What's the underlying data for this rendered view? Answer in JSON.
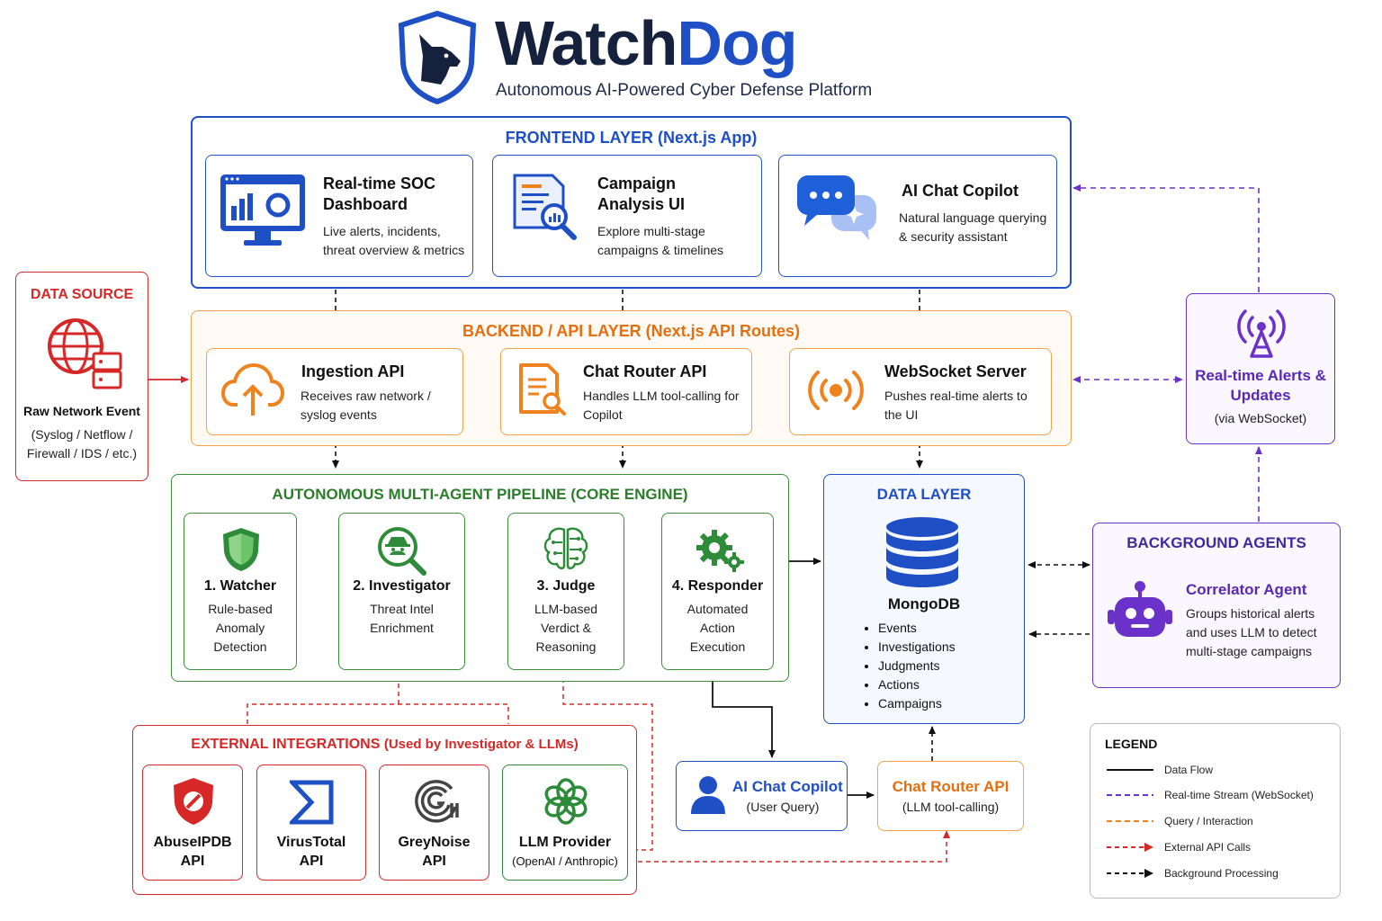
{
  "brand": {
    "name_part1": "Watch",
    "name_part2": "Dog",
    "subtitle": "Autonomous AI-Powered Cyber Defense Platform"
  },
  "colors": {
    "navy": "#16213e",
    "blue": "#1f4fc4",
    "orange": "#f0821e",
    "green": "#2e8b3a",
    "purple": "#6a32c8",
    "red": "#d62828"
  },
  "frontend": {
    "title": "FRONTEND LAYER (Next.js App)",
    "cards": [
      {
        "title": "Real-time SOC Dashboard",
        "desc": "Live alerts, incidents, threat overview & metrics",
        "icon": "monitor-dashboard-icon"
      },
      {
        "title": "Campaign Analysis UI",
        "desc": "Explore multi-stage campaigns & timelines",
        "icon": "document-search-icon"
      },
      {
        "title": "AI Chat Copilot",
        "desc": "Natural language querying & security assistant",
        "icon": "chat-bubbles-icon"
      }
    ]
  },
  "data_source": {
    "title": "DATA SOURCE",
    "label": "Raw Network Event",
    "desc": "(Syslog / Netflow / Firewall / IDS / etc.)",
    "icon": "globe-network-icon"
  },
  "backend": {
    "title": "BACKEND / API LAYER (Next.js API Routes)",
    "cards": [
      {
        "title": "Ingestion API",
        "desc": "Receives raw network / syslog events",
        "icon": "cloud-upload-icon"
      },
      {
        "title": "Chat Router API",
        "desc": "Handles LLM tool-calling for Copilot",
        "icon": "document-search-icon"
      },
      {
        "title": "WebSocket Server",
        "desc": "Pushes real-time alerts to the UI",
        "icon": "broadcast-icon"
      }
    ]
  },
  "realtime": {
    "title": "Real-time Alerts & Updates",
    "desc": "(via WebSocket)",
    "icon": "antenna-icon"
  },
  "pipeline": {
    "title": "AUTONOMOUS MULTI-AGENT PIPELINE (CORE ENGINE)",
    "agents": [
      {
        "title": "1. Watcher",
        "desc": "Rule-based Anomaly Detection",
        "icon": "shield-icon"
      },
      {
        "title": "2. Investigator",
        "desc": "Threat Intel Enrichment",
        "icon": "spy-magnifier-icon"
      },
      {
        "title": "3. Judge",
        "desc": "LLM-based Verdict & Reasoning",
        "icon": "brain-circuit-icon"
      },
      {
        "title": "4. Responder",
        "desc": "Automated Action Execution",
        "icon": "gears-icon"
      }
    ]
  },
  "data_layer": {
    "title": "DATA LAYER",
    "db": "MongoDB",
    "collections": [
      "Events",
      "Investigations",
      "Judgments",
      "Actions",
      "Campaigns"
    ],
    "icon": "database-icon"
  },
  "background": {
    "title": "BACKGROUND AGENTS",
    "agent_title": "Correlator Agent",
    "agent_desc": "Groups historical alerts and uses LLM to detect multi-stage campaigns",
    "icon": "robot-icon"
  },
  "external": {
    "title": "EXTERNAL INTEGRATIONS",
    "subtitle": "(Used by Investigator & LLMs)",
    "items": [
      {
        "name": "AbuseIPDB",
        "sub": "API",
        "icon": "abuseipdb-icon"
      },
      {
        "name": "VirusTotal",
        "sub": "API",
        "icon": "virustotal-icon"
      },
      {
        "name": "GreyNoise",
        "sub": "API",
        "icon": "greynoise-icon"
      },
      {
        "name": "LLM Provider",
        "sub": "(OpenAI / Anthropic)",
        "icon": "llm-knot-icon"
      }
    ]
  },
  "bottom": {
    "copilot_title": "AI Chat Copilot",
    "copilot_desc": "(User Query)",
    "router_title": "Chat Router API",
    "router_desc": "(LLM tool-calling)"
  },
  "legend": {
    "title": "LEGEND",
    "items": [
      {
        "label": "Data Flow",
        "color": "#111111",
        "style": "solid"
      },
      {
        "label": "Real-time Stream (WebSocket)",
        "color": "#6a32c8",
        "style": "dashed"
      },
      {
        "label": "Query / Interaction",
        "color": "#f0821e",
        "style": "dashed"
      },
      {
        "label": "External API Calls",
        "color": "#d62828",
        "style": "dashed-arrow"
      },
      {
        "label": "Background Processing",
        "color": "#111111",
        "style": "dashed-arrow"
      }
    ]
  }
}
